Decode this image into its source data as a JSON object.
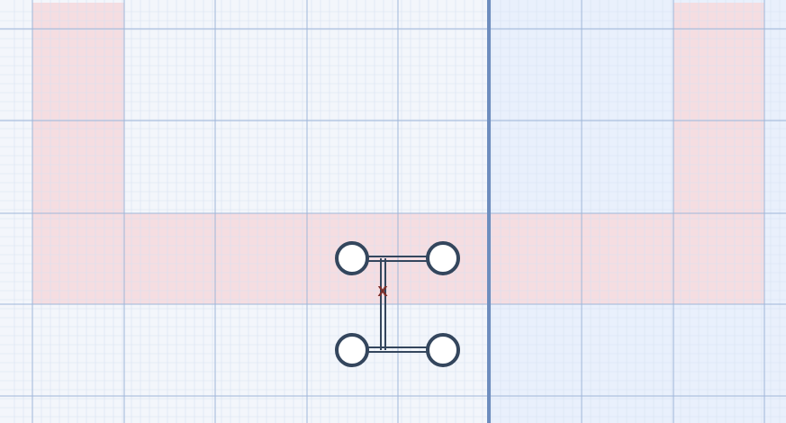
{
  "scene": {
    "type": "grid-editor-canvas",
    "grid": {
      "minor_grid": true,
      "major_grid": true
    },
    "colors": {
      "left_background": "#f3f6fb",
      "right_background": "#e9f0fc",
      "highlight_fill": "#f5dde1",
      "major_grid_line": "#9fb6d9",
      "minor_grid_line": "#d8e2f1",
      "divider_line": "#6d8dbe",
      "robot_outline": "#34465d",
      "robot_fill": "#ffffff",
      "center_marker": "#7b2f2b"
    },
    "robot": {
      "wheel_count": 4,
      "marker_symbol": "x"
    }
  }
}
